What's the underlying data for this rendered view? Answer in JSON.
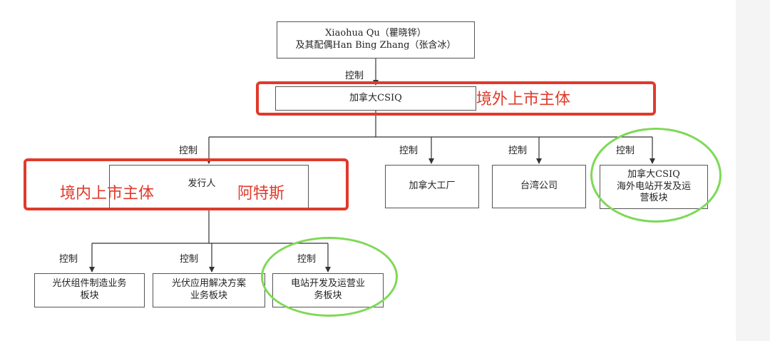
{
  "nodes": {
    "controller": {
      "line1": "Xiaohua Qu（瞿晓铧）",
      "line2": "及其配偶Han Bing Zhang（张含冰）"
    },
    "csiq": "加拿大CSIQ",
    "issuer": "发行人",
    "canada_factory": "加拿大工厂",
    "taiwan_company": "台湾公司",
    "csiq_overseas": {
      "line1": "加拿大CSIQ",
      "line2": "海外电站开发及运",
      "line3": "营板块"
    },
    "pv_module": {
      "line1": "光伏组件制造业务",
      "line2": "板块"
    },
    "pv_solution": {
      "line1": "光伏应用解决方案",
      "line2": "业务板块"
    },
    "station_dev": {
      "line1": "电站开发及运营业",
      "line2": "务板块"
    }
  },
  "edge_label": "控制",
  "annotations": {
    "overseas_listed": "境外上市主体",
    "domestic_listed": "境内上市主体",
    "atlas": "阿特斯"
  },
  "colors": {
    "red_highlight": "#e03a2c",
    "green_highlight": "#7ed957",
    "line": "#333333"
  }
}
